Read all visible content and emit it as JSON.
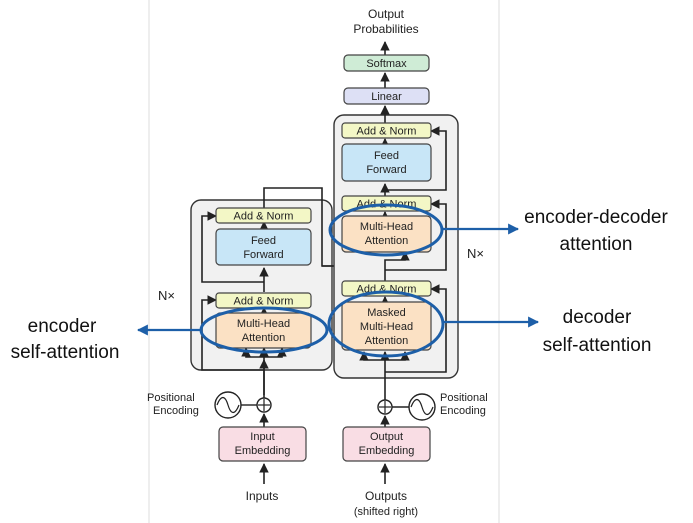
{
  "blocks": {
    "output_probabilities": [
      "Output",
      "Probabilities"
    ],
    "softmax": "Softmax",
    "linear": "Linear",
    "add_norm": "Add & Norm",
    "feed_forward": [
      "Feed",
      "Forward"
    ],
    "multi_head_attention": [
      "Multi-Head",
      "Attention"
    ],
    "masked_multi_head_attention": [
      "Masked",
      "Multi-Head",
      "Attention"
    ],
    "input_embedding": [
      "Input",
      "Embedding"
    ],
    "output_embedding": [
      "Output",
      "Embedding"
    ],
    "positional_encoding": [
      "Positional",
      "Encoding"
    ],
    "nx": "N×",
    "inputs": "Inputs",
    "outputs": [
      "Outputs",
      "(shifted right)"
    ]
  },
  "annotations": {
    "encoder_self_attention": [
      "encoder",
      "self-attention"
    ],
    "decoder_self_attention": [
      "decoder",
      "self-attention"
    ],
    "encoder_decoder_attention": [
      "encoder-decoder",
      "attention"
    ]
  },
  "colors": {
    "add_norm": "#f3f7c6",
    "attention": "#fbe1c4",
    "feed_forward": "#c8e6f7",
    "embedding": "#f9dde4",
    "softmax": "#cfecd6",
    "linear": "#dde0f5",
    "stack_bg": "#f1f1f1",
    "highlight": "#1d5fa8"
  }
}
